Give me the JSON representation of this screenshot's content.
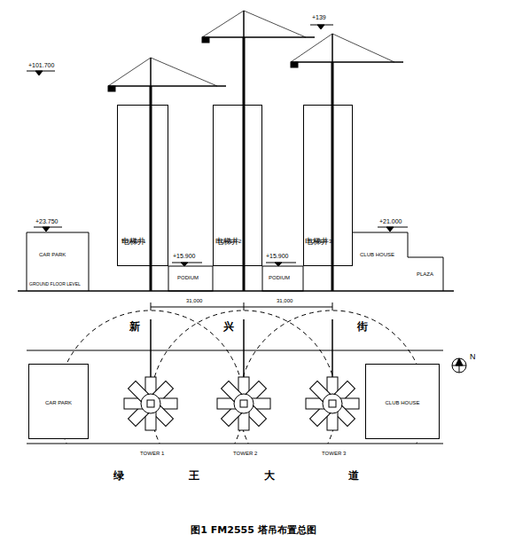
{
  "diagram": {
    "caption": "图1 FM2555 塔吊布置总图",
    "nodes": [
      {
        "text": [
          "TOWER 1"
        ]
      },
      {
        "text": [
          "TOWER 2"
        ]
      },
      {
        "text": [
          "TOWER 3"
        ]
      },
      {
        "text": [
          "CAR PARK"
        ]
      },
      {
        "text": [
          "CLUB HOUSE"
        ]
      }
    ],
    "labels": [
      "+101.700",
      "+139",
      "+23.750",
      "CAR PARK",
      "GROUND FLOOR LEVEL",
      "电梯井",
      "电梯井",
      "电梯井",
      "+15.900",
      "PODIUM",
      "+15.900",
      "PODIUM",
      "+21.000",
      "CLUB HOUSE",
      "PLAZA",
      "31,000",
      "31,000",
      "新",
      "兴",
      "街",
      "TOWER 1",
      "TOWER 2",
      "TOWER 3",
      "绿",
      "王",
      "大",
      "道",
      "N"
    ]
  }
}
